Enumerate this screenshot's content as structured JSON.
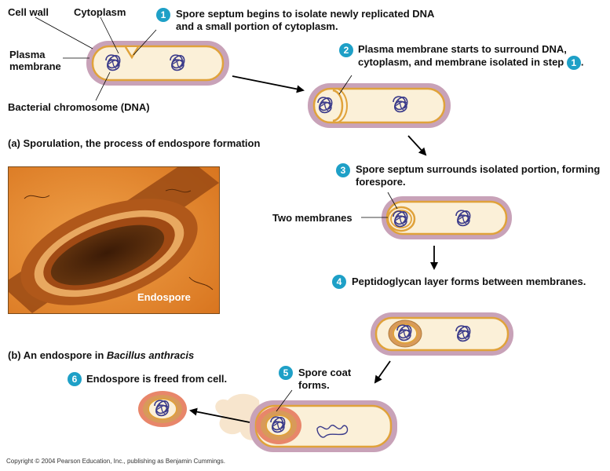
{
  "labels": {
    "cell_wall": "Cell wall",
    "cytoplasm": "Cytoplasm",
    "plasma_membrane": "Plasma membrane",
    "chromosome": "Bacterial chromosome (DNA)",
    "two_membranes": "Two membranes",
    "endospore": "Endospore"
  },
  "steps": [
    {
      "number": "1",
      "text": "Spore septum begins to isolate newly replicated DNA and a small portion of cytoplasm."
    },
    {
      "number": "2",
      "text": "Plasma membrane starts to surround DNA, cytoplasm, and membrane isolated in step"
    },
    {
      "number": "3",
      "text": "Spore septum surrounds isolated portion, forming forespore."
    },
    {
      "number": "4",
      "text": "Peptidoglycan layer forms between membranes."
    },
    {
      "number": "5",
      "text": "Spore coat forms."
    },
    {
      "number": "6",
      "text": "Endospore is freed from cell."
    }
  ],
  "step2_ref_number": "1",
  "step2_ref_tail": ".",
  "captions": {
    "a_prefix": "(a)",
    "a_text": "Sporulation, the process of endospore formation",
    "b_prefix": "(b)",
    "b_text": "An endospore in ",
    "b_species": "Bacillus anthracis"
  },
  "copyright": "Copyright © 2004 Pearson Education, Inc., publishing as Benjamin Cummings.",
  "colors": {
    "cell_wall": "#c8a2b8",
    "cytoplasm": "#fbf0d8",
    "membrane": "#e0a23a",
    "dna": "#3a3a8a",
    "badge": "#1ea0c7",
    "cortex": "#d89a5a",
    "spore_coat": "#e8866a",
    "released_cyto": "#f6e2c8"
  }
}
